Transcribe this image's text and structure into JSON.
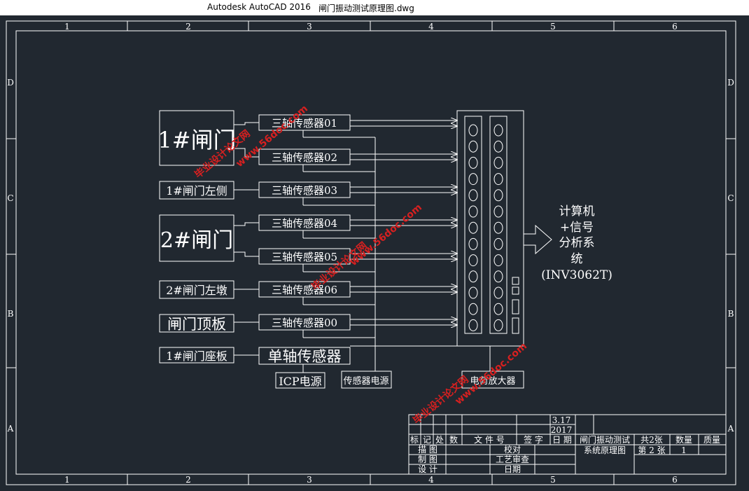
{
  "window": {
    "app_title": "Autodesk AutoCAD 2016",
    "file_name": "闸门振动测试原理图.dwg"
  },
  "frame": {
    "columns": [
      "1",
      "2",
      "3",
      "4",
      "5",
      "6"
    ],
    "rows": [
      "D",
      "C",
      "B",
      "A"
    ]
  },
  "objects": {
    "gate1": "1#闸门",
    "gate1_left": "1#闸门左侧",
    "gate2": "2#闸门",
    "gate2_pier": "2#闸门左墩",
    "gate_top": "闸门顶板",
    "gate_seat": "1#闸门座板"
  },
  "sensors": {
    "s01": "三轴传感器01",
    "s02": "三轴传感器02",
    "s03": "三轴传感器03",
    "s04": "三轴传感器04",
    "s05": "三轴传感器05",
    "s06": "三轴传感器06",
    "s00": "三轴传感器00",
    "single": "单轴传感器"
  },
  "power": {
    "icp": "ICP电源",
    "sensor_power": "传感器电源",
    "amplifier": "电荷放大器"
  },
  "computer": {
    "line1": "计算机",
    "line2": "+信号",
    "line3": "分析系",
    "line4": "统",
    "line5": "(INV3062T)"
  },
  "title_block": {
    "date_num": "3.17",
    "year": "2017",
    "h_mark": "标",
    "h_count": "记",
    "h_place": "处",
    "h_num": "数",
    "h_file": "文 件 号",
    "h_sign": "签 字",
    "h_date": "日 期",
    "r_draw": "描  图",
    "r_make": "制  图",
    "r_design": "设  计",
    "check": "校对",
    "process": "工艺审查",
    "date": "日期",
    "drawing_title_1": "闸门振动测试",
    "drawing_title_2": "系统原理图",
    "sheets_total": "共2张",
    "sheet_no": "第 2 张",
    "qty_label": "数量",
    "qty_value": "1",
    "mass_label": "质量"
  },
  "watermarks": [
    "毕业设计论文网",
    "www.56doc.com"
  ],
  "colors": {
    "background": "#212830",
    "line": "#ffffff",
    "watermark": "#d62020"
  }
}
